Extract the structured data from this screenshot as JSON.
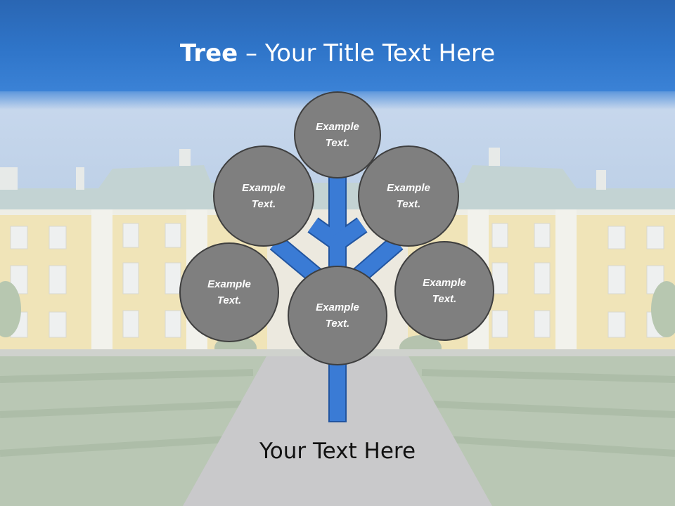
{
  "title": {
    "bold": "Tree",
    "separator": " – ",
    "rest": "Your Title Text Here"
  },
  "colors": {
    "title_bar": "#2f75c9",
    "node_fill": "#7f7f7f",
    "node_border": "#3f3f3f",
    "branch": "#3a7bd5",
    "branch_border": "#2255a0",
    "caption": "#111111"
  },
  "nodes": [
    {
      "id": "top",
      "label": "Example Text."
    },
    {
      "id": "upper-left",
      "label": "Example Text."
    },
    {
      "id": "upper-right",
      "label": "Example Text."
    },
    {
      "id": "lower-left",
      "label": "Example Text."
    },
    {
      "id": "center",
      "label": "Example Text."
    },
    {
      "id": "lower-right",
      "label": "Example Text."
    }
  ],
  "caption": "Your Text Here"
}
